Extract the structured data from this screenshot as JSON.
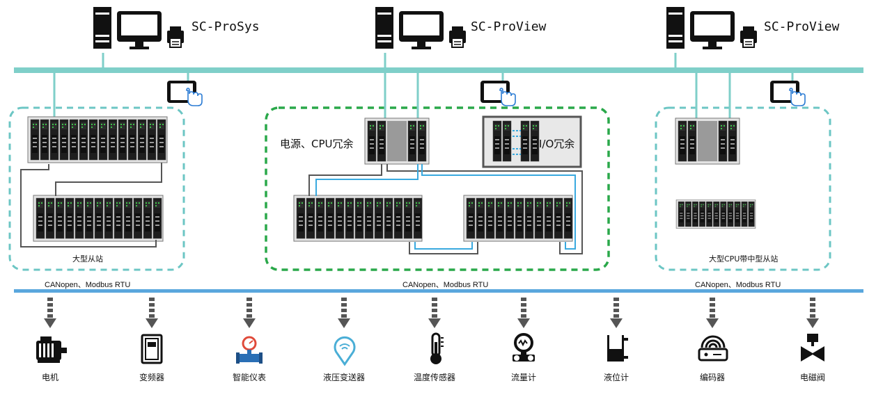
{
  "workstations": [
    {
      "label": "SC-ProSys"
    },
    {
      "label": "SC-ProView"
    },
    {
      "label": "SC-ProView"
    }
  ],
  "groups": {
    "left": {
      "label": "大型从站"
    },
    "middle": {
      "label_cpu": "电源、CPU冗余",
      "label_io": "I/O冗余"
    },
    "right": {
      "label": "大型CPU带中型从站"
    }
  },
  "protocols": [
    "CANopen、Modbus RTU",
    "CANopen、Modbus RTU",
    "CANopen、Modbus RTU"
  ],
  "devices": [
    {
      "label": "电机",
      "icon": "motor-icon"
    },
    {
      "label": "变频器",
      "icon": "inverter-icon"
    },
    {
      "label": "智能仪表",
      "icon": "smart-meter-icon"
    },
    {
      "label": "液压变送器",
      "icon": "pressure-transmitter-icon"
    },
    {
      "label": "温度传感器",
      "icon": "thermometer-icon"
    },
    {
      "label": "流量计",
      "icon": "flowmeter-icon"
    },
    {
      "label": "液位计",
      "icon": "level-gauge-icon"
    },
    {
      "label": "编码器",
      "icon": "encoder-icon"
    },
    {
      "label": "电磁阀",
      "icon": "solenoid-valve-icon"
    }
  ],
  "colors": {
    "ethernet_bus": "#7fcfc9",
    "field_bus": "#5aa7dd",
    "dashed_teal": "#6cc6c4",
    "dashed_green": "#2aa84a",
    "plc_dark": "#222222",
    "cable_blue": "#39a9df",
    "cable_gray": "#555555"
  }
}
